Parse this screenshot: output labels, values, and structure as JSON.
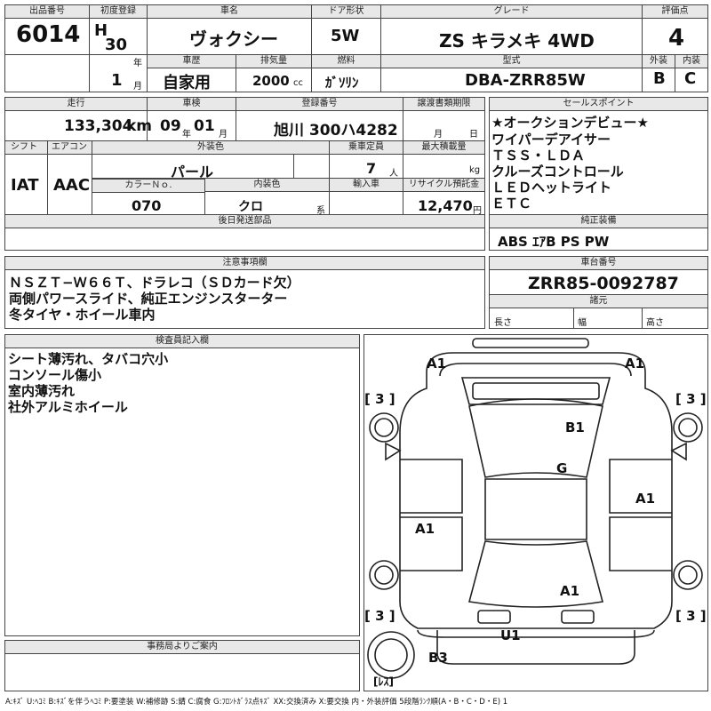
{
  "lot": {
    "label": "出品番号",
    "value": "6014"
  },
  "first_reg": {
    "label": "初度登録",
    "era": "H",
    "year": "30",
    "year_unit": "年",
    "month": "1",
    "month_unit": "月"
  },
  "car_name": {
    "label": "車名",
    "value": "ヴォクシー"
  },
  "doors": {
    "label": "ドア形状",
    "value": "5W"
  },
  "grade": {
    "label": "グレード",
    "value": "ZS キラメキ 4WD"
  },
  "score": {
    "label": "評価点",
    "value": "4",
    "ext_label": "外装",
    "int_label": "内装",
    "ext": "B",
    "int": "C"
  },
  "history": {
    "label": "車歴",
    "value": "自家用"
  },
  "displacement": {
    "label": "排気量",
    "value": "2000",
    "unit": "cc"
  },
  "fuel": {
    "label": "燃料",
    "value": "ｶﾞｿﾘﾝ"
  },
  "model": {
    "label": "型式",
    "value": "DBA-ZRR85W"
  },
  "mileage": {
    "label": "走行",
    "value": "133,304",
    "unit": "km"
  },
  "inspection": {
    "label": "車検",
    "year": "09",
    "year_unit": "年",
    "month": "01",
    "month_unit": "月"
  },
  "reg_no": {
    "label": "登録番号",
    "value": "旭川 300ハ4282"
  },
  "transfer": {
    "label": "譲渡書類期限",
    "month_unit": "月",
    "day_unit": "日"
  },
  "sales_points": {
    "label": "セールスポイント",
    "lines": [
      "★オークションデビュー★",
      "ワイパーデアイサー",
      "ＴＳＳ・ＬＤＡ",
      "クルーズコントロール",
      "ＬＥＤヘットライト",
      "ＥＴＣ"
    ]
  },
  "shift": {
    "label": "シフト",
    "value": "IAT"
  },
  "aircon": {
    "label": "エアコン",
    "value": "AAC"
  },
  "ext_color": {
    "label": "外装色",
    "value": "パール"
  },
  "capacity": {
    "label": "乗車定員",
    "value": "7",
    "unit": "人"
  },
  "max_load": {
    "label": "最大積載量",
    "unit": "kg"
  },
  "color_no": {
    "label": "カラーＮｏ.",
    "value": "070"
  },
  "int_color": {
    "label": "内装色",
    "value": "クロ",
    "unit": "系"
  },
  "import": {
    "label": "輸入車"
  },
  "recycle": {
    "label": "リサイクル預託金",
    "value": "12,470",
    "unit": "円"
  },
  "later_parts": {
    "label": "後日発送部品"
  },
  "factory_equip": {
    "label": "純正装備",
    "value": "ABS ｴｱB PS PW"
  },
  "caution": {
    "label": "注意事項欄",
    "lines": [
      "ＮＳＺＴ−Ｗ６６Ｔ、ドラレコ（ＳＤカード欠）",
      "両側パワースライド、純正エンジンスターター",
      "冬タイヤ・ホイール車内"
    ]
  },
  "chassis": {
    "label": "車台番号",
    "value": "ZRR85-0092787"
  },
  "specs": {
    "label": "諸元",
    "length": "長さ",
    "width": "幅",
    "height": "高さ"
  },
  "inspector": {
    "label": "検査員記入欄",
    "lines": [
      "シート薄汚れ、タバコ穴小",
      "コンソール傷小",
      "室内薄汚れ",
      "社外アルミホイール"
    ]
  },
  "office": {
    "label": "事務局よりご案内"
  },
  "diagram": {
    "marks": {
      "a1_fl": "A1",
      "a1_fr": "A1",
      "b1": "B1",
      "g": "G",
      "a1_rdoor": "A1",
      "a1_ldoor": "A1",
      "a1_rear": "A1",
      "u1": "U1",
      "b3": "B3"
    },
    "tires": {
      "fl": "[ 3 ]",
      "fr": "[ 3 ]",
      "rl": "[ 3 ]",
      "rr": "[ 3 ]",
      "spare": "[ﾚｽ]"
    }
  },
  "legend": "A:ｷｽﾞ U:ﾍｺﾐ B:ｷｽﾞを伴うﾍｺﾐ P:要塗装 W:補修跡 S:錆 C:腐食 G:ﾌﾛﾝﾄｶﾞﾗｽ点ｷｽﾞ XX:交換済み X:要交換 内・外装評価 5段階ﾗﾝｸ順(A・B・C・D・E) 1"
}
